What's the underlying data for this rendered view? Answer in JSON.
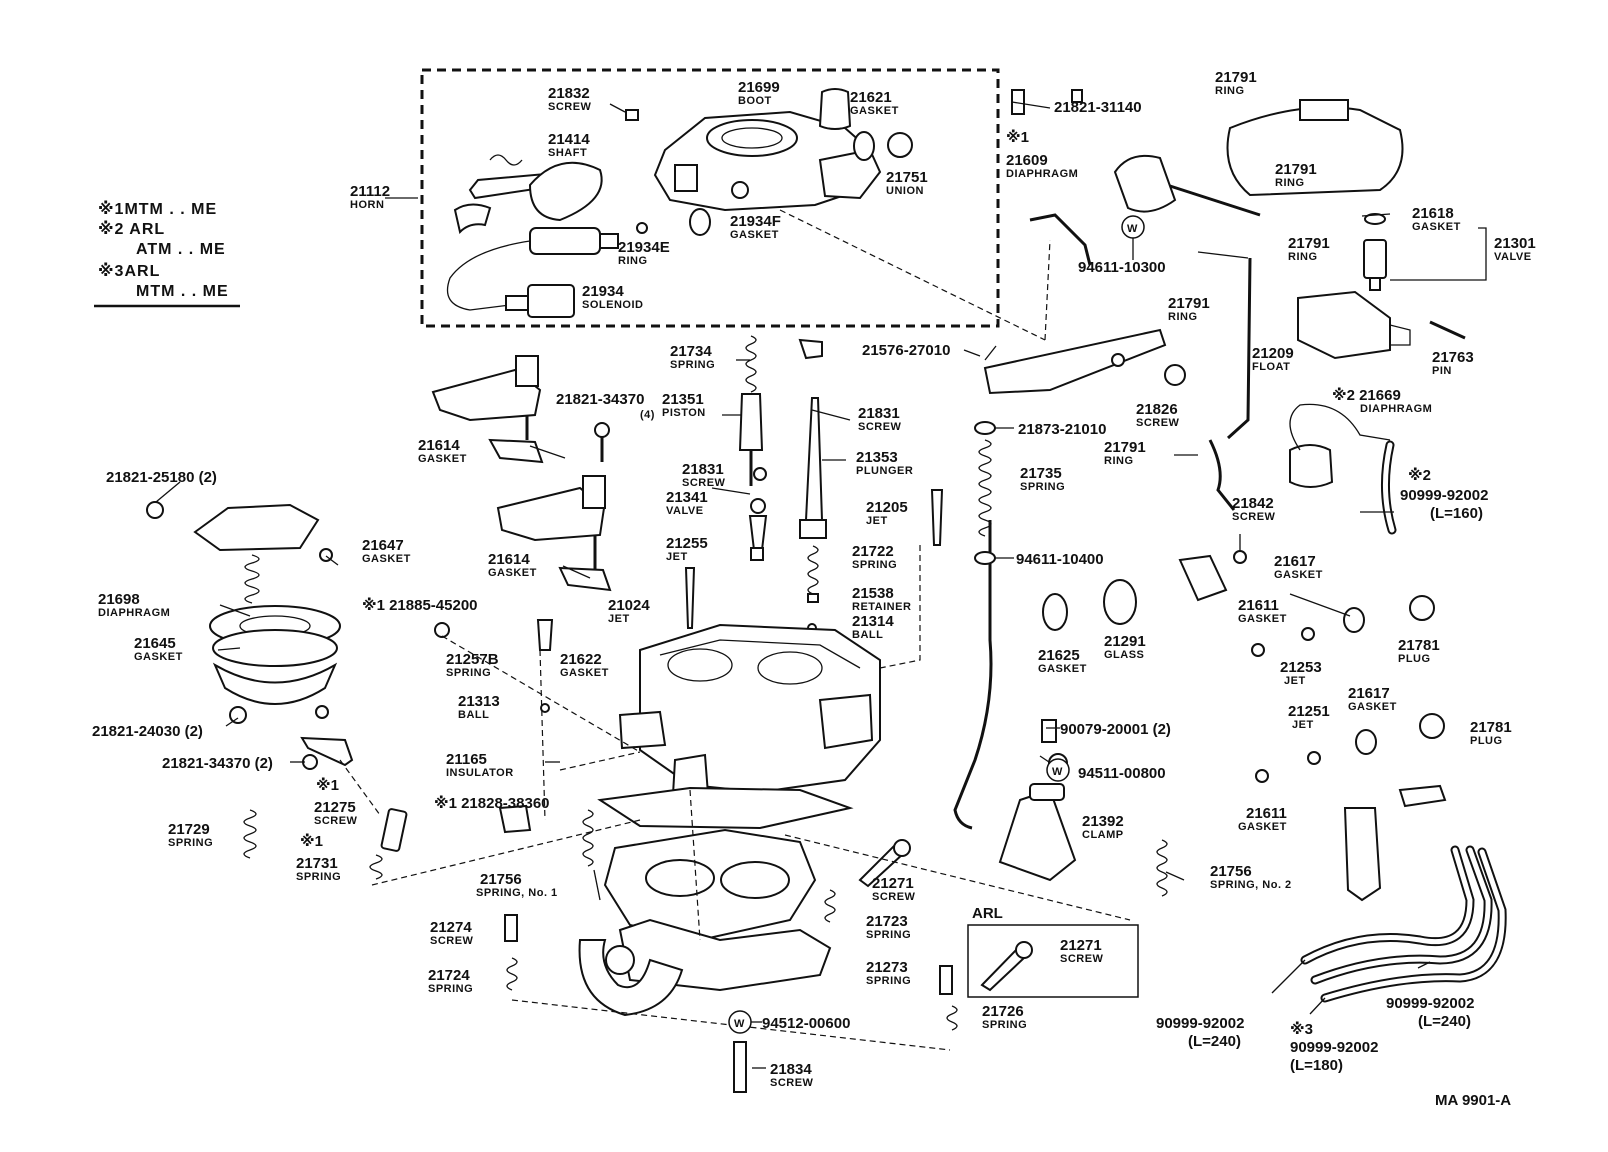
{
  "legend": {
    "line1": "※1MTM . . ME",
    "line2": "※2 ARL",
    "line3": "ATM . . ME",
    "line4": "※3ARL",
    "line5": "MTM . . ME"
  },
  "arl_box_title": "ARL",
  "drawing_code": "MA  9901-A",
  "parts": [
    {
      "num": "21832",
      "name": "SCREW"
    },
    {
      "num": "21699",
      "name": "BOOT"
    },
    {
      "num": "21621",
      "name": "GASKET"
    },
    {
      "num": "21821-31140",
      "name": ""
    },
    {
      "num": "21414",
      "name": "SHAFT"
    },
    {
      "num": "21751",
      "name": "UNION"
    },
    {
      "num": "21112",
      "name": "HORN"
    },
    {
      "num": "21934F",
      "name": "GASKET"
    },
    {
      "num": "21934E",
      "name": "RING"
    },
    {
      "num": "21934",
      "name": "SOLENOID"
    },
    {
      "num": "21791",
      "name": "RING"
    },
    {
      "num": "※1",
      "name": ""
    },
    {
      "num": "21609",
      "name": "DIAPHRAGM"
    },
    {
      "num": "21791",
      "name": "RING"
    },
    {
      "num": "21618",
      "name": "GASKET"
    },
    {
      "num": "21301",
      "name": "VALVE"
    },
    {
      "num": "94611-10300",
      "name": ""
    },
    {
      "num": "21791",
      "name": "RING"
    },
    {
      "num": "21791",
      "name": "RING"
    },
    {
      "num": "21209",
      "name": "FLOAT"
    },
    {
      "num": "21763",
      "name": "PIN"
    },
    {
      "num": "21734",
      "name": "SPRING"
    },
    {
      "num": "21576-27010",
      "name": ""
    },
    {
      "num": "※2 21669",
      "name": "DIAPHRAGM"
    },
    {
      "num": "21821-34370",
      "name": "(4)"
    },
    {
      "num": "21351",
      "name": "PISTON"
    },
    {
      "num": "21831",
      "name": "SCREW"
    },
    {
      "num": "21873-21010",
      "name": ""
    },
    {
      "num": "21826",
      "name": "SCREW"
    },
    {
      "num": "21614",
      "name": "GASKET"
    },
    {
      "num": "21353",
      "name": "PLUNGER"
    },
    {
      "num": "21791",
      "name": "RING"
    },
    {
      "num": "21831",
      "name": "SCREW"
    },
    {
      "num": "21735",
      "name": "SPRING"
    },
    {
      "num": "※2",
      "name": ""
    },
    {
      "num": "90999-92002",
      "name": "(L=160)"
    },
    {
      "num": "21821-25180 (2)",
      "name": ""
    },
    {
      "num": "21341",
      "name": "VALVE"
    },
    {
      "num": "21205",
      "name": "JET"
    },
    {
      "num": "21842",
      "name": "SCREW"
    },
    {
      "num": "21647",
      "name": "GASKET"
    },
    {
      "num": "21614",
      "name": "GASKET"
    },
    {
      "num": "21255",
      "name": "JET"
    },
    {
      "num": "21722",
      "name": "SPRING"
    },
    {
      "num": "94611-10400",
      "name": ""
    },
    {
      "num": "21617",
      "name": "GASKET"
    },
    {
      "num": "21698",
      "name": "DIAPHRAGM"
    },
    {
      "num": "21538",
      "name": "RETAINER"
    },
    {
      "num": "21024",
      "name": "JET"
    },
    {
      "num": "※1 21885-45200",
      "name": ""
    },
    {
      "num": "21314",
      "name": "BALL"
    },
    {
      "num": "21611",
      "name": "GASKET"
    },
    {
      "num": "21645",
      "name": "GASKET"
    },
    {
      "num": "21291",
      "name": "GLASS"
    },
    {
      "num": "21781",
      "name": "PLUG"
    },
    {
      "num": "21257B",
      "name": "SPRING"
    },
    {
      "num": "21622",
      "name": "GASKET"
    },
    {
      "num": "21625",
      "name": "GASKET"
    },
    {
      "num": "21253",
      "name": "JET"
    },
    {
      "num": "21313",
      "name": "BALL"
    },
    {
      "num": "21617",
      "name": "GASKET"
    },
    {
      "num": "21821-24030 (2)",
      "name": ""
    },
    {
      "num": "90079-20001 (2)",
      "name": ""
    },
    {
      "num": "21251",
      "name": "JET"
    },
    {
      "num": "21781",
      "name": "PLUG"
    },
    {
      "num": "21821-34370 (2)",
      "name": ""
    },
    {
      "num": "21165",
      "name": "INSULATOR"
    },
    {
      "num": "94511-00800",
      "name": ""
    },
    {
      "num": "※1",
      "name": ""
    },
    {
      "num": "21275",
      "name": "SCREW"
    },
    {
      "num": "21611",
      "name": "GASKET"
    },
    {
      "num": "21729",
      "name": "SPRING"
    },
    {
      "num": "※1 21828-38360",
      "name": ""
    },
    {
      "num": "21392",
      "name": "CLAMP"
    },
    {
      "num": "※1",
      "name": ""
    },
    {
      "num": "21731",
      "name": "SPRING"
    },
    {
      "num": "21756",
      "name": "SPRING, No. 2"
    },
    {
      "num": "21756",
      "name": "SPRING, No. 1"
    },
    {
      "num": "21271",
      "name": "SCREW"
    },
    {
      "num": "21274",
      "name": "SCREW"
    },
    {
      "num": "21723",
      "name": "SPRING"
    },
    {
      "num": "21271",
      "name": "SCREW"
    },
    {
      "num": "21724",
      "name": "SPRING"
    },
    {
      "num": "21273",
      "name": "SPRING"
    },
    {
      "num": "21726",
      "name": "SPRING"
    },
    {
      "num": "94512-00600",
      "name": ""
    },
    {
      "num": "90999-92002",
      "name": "(L=240)"
    },
    {
      "num": "※3",
      "name": ""
    },
    {
      "num": "90999-92002",
      "name": "(L=180)"
    },
    {
      "num": "90999-92002",
      "name": "(L=240)"
    },
    {
      "num": "21834",
      "name": "SCREW"
    }
  ]
}
